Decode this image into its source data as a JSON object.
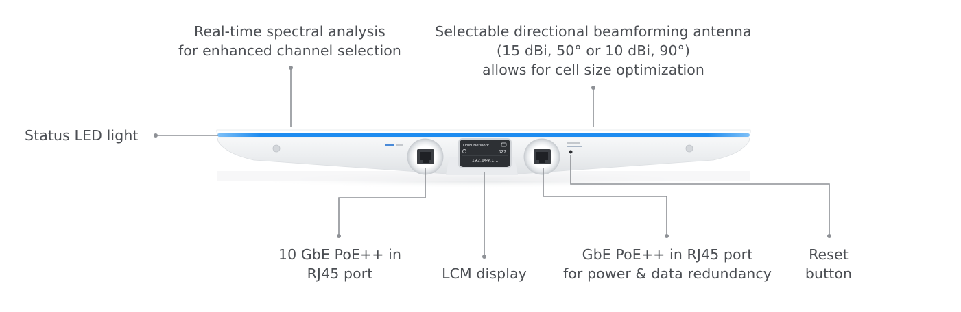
{
  "callouts": {
    "spectral": {
      "lines": [
        "Real-time spectral analysis",
        "for enhanced channel selection"
      ]
    },
    "antenna": {
      "lines": [
        "Selectable directional beamforming antenna",
        "(15 dBi, 50° or 10 dBi, 90°)",
        "allows for cell size optimization"
      ]
    },
    "led": {
      "lines": [
        "Status LED light"
      ]
    },
    "port10g": {
      "lines": [
        "10 GbE PoE++ in",
        "RJ45 port"
      ]
    },
    "lcm": {
      "lines": [
        "LCM display"
      ]
    },
    "port1g": {
      "lines": [
        "GbE PoE++ in RJ45 port",
        "for power & data redundancy"
      ]
    },
    "reset": {
      "lines": [
        "Reset",
        "button"
      ]
    }
  },
  "device": {
    "lcm": {
      "network": "UniFi Network",
      "count": "327",
      "ip": "192.168.1.1"
    },
    "led_color": "#1e8cf0",
    "body_color": "#eef0f2"
  },
  "colors": {
    "text": "#4b4e53",
    "leader": "#8e9196"
  }
}
